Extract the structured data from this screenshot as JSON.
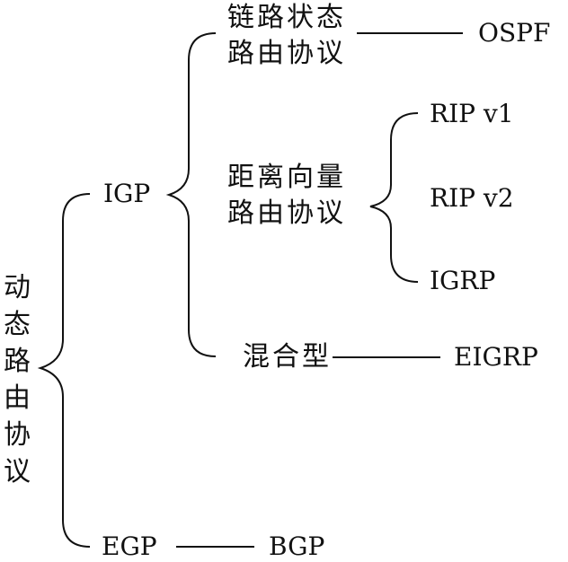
{
  "root": {
    "label": "动态路由协议"
  },
  "igp": {
    "label": "IGP",
    "link_state": {
      "label": "链路状态\n路由协议",
      "example": "OSPF"
    },
    "distance_vector": {
      "label": "距离向量\n路由协议",
      "examples": [
        "RIP v1",
        "RIP v2",
        "IGRP"
      ]
    },
    "hybrid": {
      "label": "混合型",
      "example": "EIGRP"
    }
  },
  "egp": {
    "label": "EGP",
    "example": "BGP"
  },
  "colors": {
    "ink": "#111111",
    "background": "#ffffff"
  }
}
